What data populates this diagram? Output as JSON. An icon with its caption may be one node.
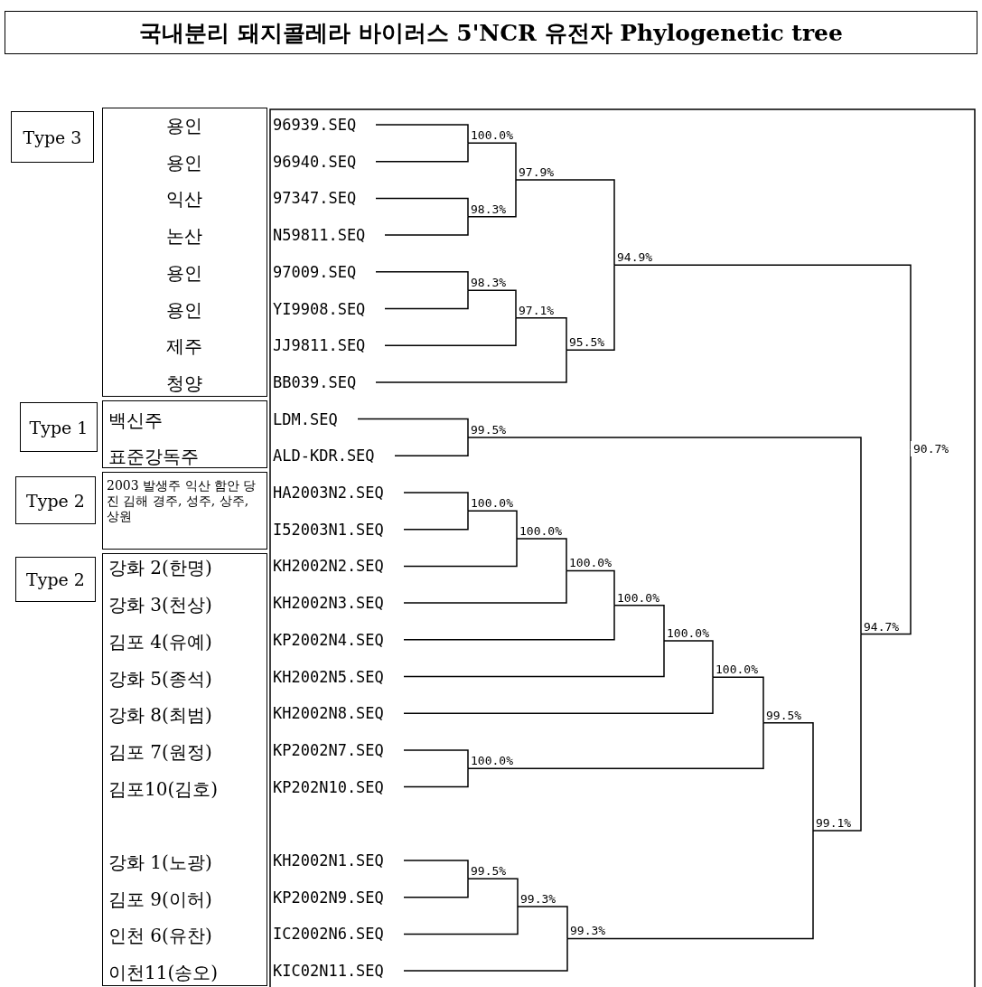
{
  "diagram": {
    "title": "국내분리 돼지콜레라 바이러스 5'NCR 유전자 Phylogenetic tree",
    "nodes": [
      {
        "text": [
          "Type 3"
        ]
      },
      {
        "text": [
          "용인",
          "용인",
          "익산",
          "논산",
          "용인",
          "용인",
          "제주",
          "청양"
        ]
      },
      {
        "text": [
          "Type 1"
        ]
      },
      {
        "text": [
          "백신주",
          "표준강독주"
        ]
      },
      {
        "text": [
          "Type 2"
        ]
      },
      {
        "text": [
          "2003 발생주 익산 함안 당진 김해 경주, 성주, 상주, 상원"
        ]
      },
      {
        "text": [
          "Type 2"
        ]
      },
      {
        "text": [
          "강화 2(한명)",
          "강화 3(천상)",
          "김포 4(유예)",
          "강화 5(종석)",
          "강화 8(최범)",
          "김포 7(원정)",
          "김포10(김호)",
          "강화 1(노광)",
          "김포 9(이허)",
          "인천 6(유찬)",
          "이천11(송오)"
        ]
      },
      {
        "text": [
          "96939.SEQ"
        ]
      },
      {
        "text": [
          "96940.SEQ"
        ]
      },
      {
        "text": [
          "97347.SEQ"
        ]
      },
      {
        "text": [
          "N59811.SEQ"
        ]
      },
      {
        "text": [
          "97009.SEQ"
        ]
      },
      {
        "text": [
          "YI9908.SEQ"
        ]
      },
      {
        "text": [
          "JJ9811.SEQ"
        ]
      },
      {
        "text": [
          "BB039.SEQ"
        ]
      },
      {
        "text": [
          "LDM.SEQ"
        ]
      },
      {
        "text": [
          "ALD-KDR.SEQ"
        ]
      },
      {
        "text": [
          "HA2003N2.SEQ"
        ]
      },
      {
        "text": [
          "I52003N1.SEQ"
        ]
      },
      {
        "text": [
          "KH2002N2.SEQ"
        ]
      },
      {
        "text": [
          "KH2002N3.SEQ"
        ]
      },
      {
        "text": [
          "KP2002N4.SEQ"
        ]
      },
      {
        "text": [
          "KH2002N5.SEQ"
        ]
      },
      {
        "text": [
          "KH2002N8.SEQ"
        ]
      },
      {
        "text": [
          "KP2002N7.SEQ"
        ]
      },
      {
        "text": [
          "KP202N10.SEQ"
        ]
      },
      {
        "text": [
          "KH2002N1.SEQ"
        ]
      },
      {
        "text": [
          "KP2002N9.SEQ"
        ]
      },
      {
        "text": [
          "IC2002N6.SEQ"
        ]
      },
      {
        "text": [
          "KIC02N11.SEQ"
        ]
      },
      {
        "text": [
          "100.0%"
        ]
      },
      {
        "text": [
          "97.9%"
        ]
      },
      {
        "text": [
          "98.3%"
        ]
      },
      {
        "text": [
          "94.9%"
        ]
      },
      {
        "text": [
          "98.3%"
        ]
      },
      {
        "text": [
          "97.1%"
        ]
      },
      {
        "text": [
          "95.5%"
        ]
      },
      {
        "text": [
          "99.5%"
        ]
      },
      {
        "text": [
          "90.7%"
        ]
      },
      {
        "text": [
          "100.0%"
        ]
      },
      {
        "text": [
          "100.0%"
        ]
      },
      {
        "text": [
          "100.0%"
        ]
      },
      {
        "text": [
          "100.0%"
        ]
      },
      {
        "text": [
          "100.0%"
        ]
      },
      {
        "text": [
          "94.7%"
        ]
      },
      {
        "text": [
          "100.0%"
        ]
      },
      {
        "text": [
          "99.5%"
        ]
      },
      {
        "text": [
          "100.0%"
        ]
      },
      {
        "text": [
          "99.1%"
        ]
      },
      {
        "text": [
          "99.5%"
        ]
      },
      {
        "text": [
          "99.3%"
        ]
      },
      {
        "text": [
          "99.3%"
        ]
      }
    ],
    "edges": [
      {
        "from": 8,
        "to": 31,
        "arrow": "none"
      },
      {
        "from": 9,
        "to": 31,
        "arrow": "none"
      },
      {
        "from": 10,
        "to": 33,
        "arrow": "none"
      },
      {
        "from": 11,
        "to": 33,
        "arrow": "none"
      },
      {
        "from": 31,
        "to": 32,
        "arrow": "none"
      },
      {
        "from": 33,
        "to": 32,
        "arrow": "none"
      },
      {
        "from": 12,
        "to": 35,
        "arrow": "none"
      },
      {
        "from": 13,
        "to": 35,
        "arrow": "none"
      },
      {
        "from": 35,
        "to": 36,
        "arrow": "none"
      },
      {
        "from": 14,
        "to": 36,
        "arrow": "none"
      },
      {
        "from": 36,
        "to": 37,
        "arrow": "none"
      },
      {
        "from": 15,
        "to": 37,
        "arrow": "none"
      },
      {
        "from": 32,
        "to": 34,
        "arrow": "none"
      },
      {
        "from": 37,
        "to": 34,
        "arrow": "none"
      },
      {
        "from": 16,
        "to": 38,
        "arrow": "none"
      },
      {
        "from": 17,
        "to": 38,
        "arrow": "none"
      },
      {
        "from": 18,
        "to": 40,
        "arrow": "none"
      },
      {
        "from": 19,
        "to": 40,
        "arrow": "none"
      },
      {
        "from": 40,
        "to": 41,
        "arrow": "none"
      },
      {
        "from": 20,
        "to": 41,
        "arrow": "none"
      },
      {
        "from": 41,
        "to": 42,
        "arrow": "none"
      },
      {
        "from": 21,
        "to": 42,
        "arrow": "none"
      },
      {
        "from": 42,
        "to": 43,
        "arrow": "none"
      },
      {
        "from": 22,
        "to": 43,
        "arrow": "none"
      },
      {
        "from": 43,
        "to": 44,
        "arrow": "none"
      },
      {
        "from": 23,
        "to": 44,
        "arrow": "none"
      },
      {
        "from": 44,
        "to": 46,
        "arrow": "none"
      },
      {
        "from": 24,
        "to": 46,
        "arrow": "none"
      },
      {
        "from": 25,
        "to": 48,
        "arrow": "none"
      },
      {
        "from": 26,
        "to": 48,
        "arrow": "none"
      },
      {
        "from": 46,
        "to": 47,
        "arrow": "none"
      },
      {
        "from": 48,
        "to": 47,
        "arrow": "none"
      },
      {
        "from": 27,
        "to": 50,
        "arrow": "none"
      },
      {
        "from": 28,
        "to": 50,
        "arrow": "none"
      },
      {
        "from": 50,
        "to": 51,
        "arrow": "none"
      },
      {
        "from": 29,
        "to": 51,
        "arrow": "none"
      },
      {
        "from": 51,
        "to": 52,
        "arrow": "none"
      },
      {
        "from": 30,
        "to": 52,
        "arrow": "none"
      },
      {
        "from": 47,
        "to": 49,
        "arrow": "none"
      },
      {
        "from": 52,
        "to": 49,
        "arrow": "none"
      },
      {
        "from": 38,
        "to": 45,
        "arrow": "none"
      },
      {
        "from": 49,
        "to": 45,
        "arrow": "none"
      },
      {
        "from": 34,
        "to": 39,
        "arrow": "none"
      },
      {
        "from": 45,
        "to": 39,
        "arrow": "none"
      }
    ]
  }
}
